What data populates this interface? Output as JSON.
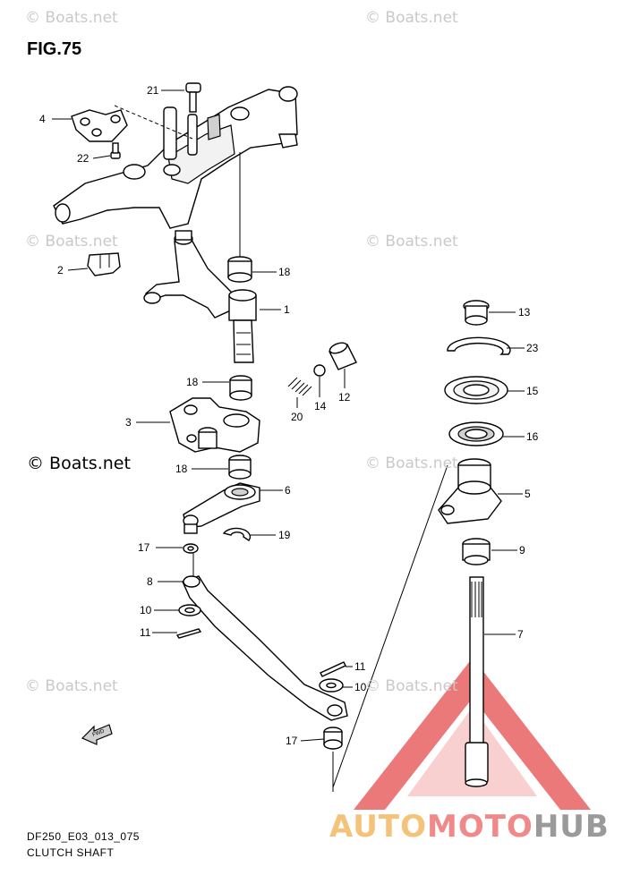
{
  "figure": {
    "title": "FIG.75",
    "code": "DF250_E03_013_075",
    "name": "CLUTCH SHAFT"
  },
  "watermark": {
    "small": "© Boats.net",
    "large": "© Boats.net"
  },
  "logo": {
    "part1": "AUTO",
    "part2": "MOTO",
    "part3": "HUB",
    "colors": {
      "auto": "#f5c27a",
      "moto": "#f08a8a",
      "hub": "#9a9a9a",
      "triangle": "#e23b3b"
    }
  },
  "fwd_arrow_label": "FWD",
  "callouts": [
    "21",
    "4",
    "22",
    "2",
    "18",
    "1",
    "13",
    "23",
    "15",
    "18",
    "20",
    "14",
    "12",
    "16",
    "3",
    "18",
    "6",
    "5",
    "19",
    "17",
    "9",
    "8",
    "7",
    "10",
    "11",
    "11",
    "10",
    "17"
  ]
}
